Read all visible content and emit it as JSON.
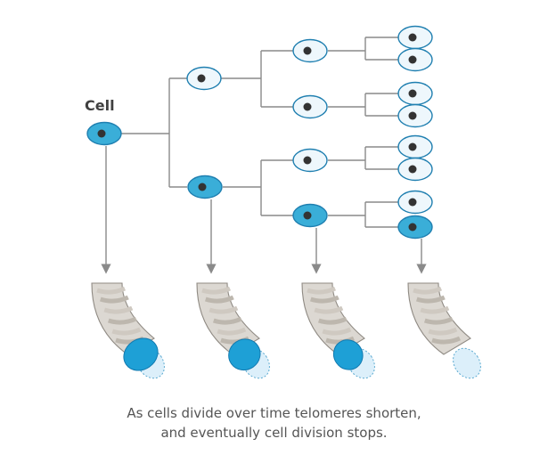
{
  "labels": {
    "cell": "Cell"
  },
  "caption": {
    "line1": "As cells divide over time telomeres shorten,",
    "line2": "and eventually cell division stops."
  },
  "colors": {
    "line": "#8a8a8a",
    "cell_fill_blue": "#3aaed8",
    "cell_fill_white": "#eef7fc",
    "cell_stroke": "#1f7fb0",
    "nucleus": "#333333",
    "telomere": "#1ea0d6",
    "telomere_lost": "#dceffa",
    "chromosome_light": "#dcd8d2",
    "chromosome_dark": "#bdb7ae"
  },
  "telomere_remaining": [
    1.0,
    0.66,
    0.33,
    0.0
  ]
}
